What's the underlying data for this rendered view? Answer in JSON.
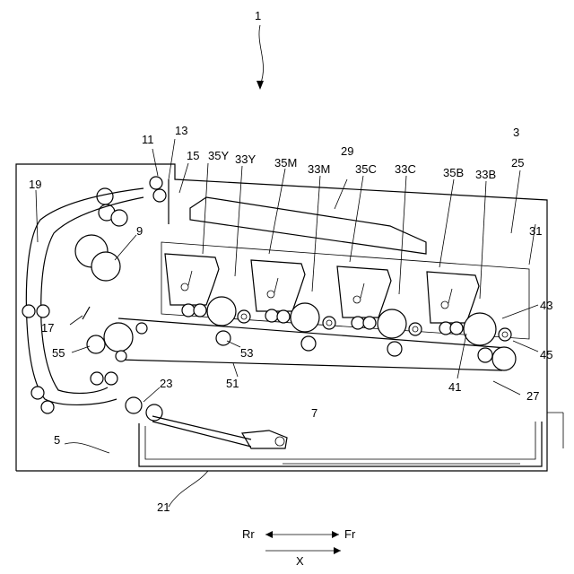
{
  "labels": {
    "l1": "1",
    "l3": "3",
    "l5": "5",
    "l7": "7",
    "l9": "9",
    "l11": "11",
    "l13": "13",
    "l15": "15",
    "l17": "17",
    "l19": "19",
    "l21": "21",
    "l23": "23",
    "l25": "25",
    "l27": "27",
    "l29": "29",
    "l31": "31",
    "l35Y": "35Y",
    "l33Y": "33Y",
    "l35M": "35M",
    "l33M": "33M",
    "l35C": "35C",
    "l33C": "33C",
    "l35B": "35B",
    "l33B": "33B",
    "l41": "41",
    "l43": "43",
    "l45": "45",
    "l51": "51",
    "l53": "53",
    "l55": "55"
  },
  "direction": {
    "rear": "Rr",
    "front": "Fr",
    "axis": "X"
  }
}
